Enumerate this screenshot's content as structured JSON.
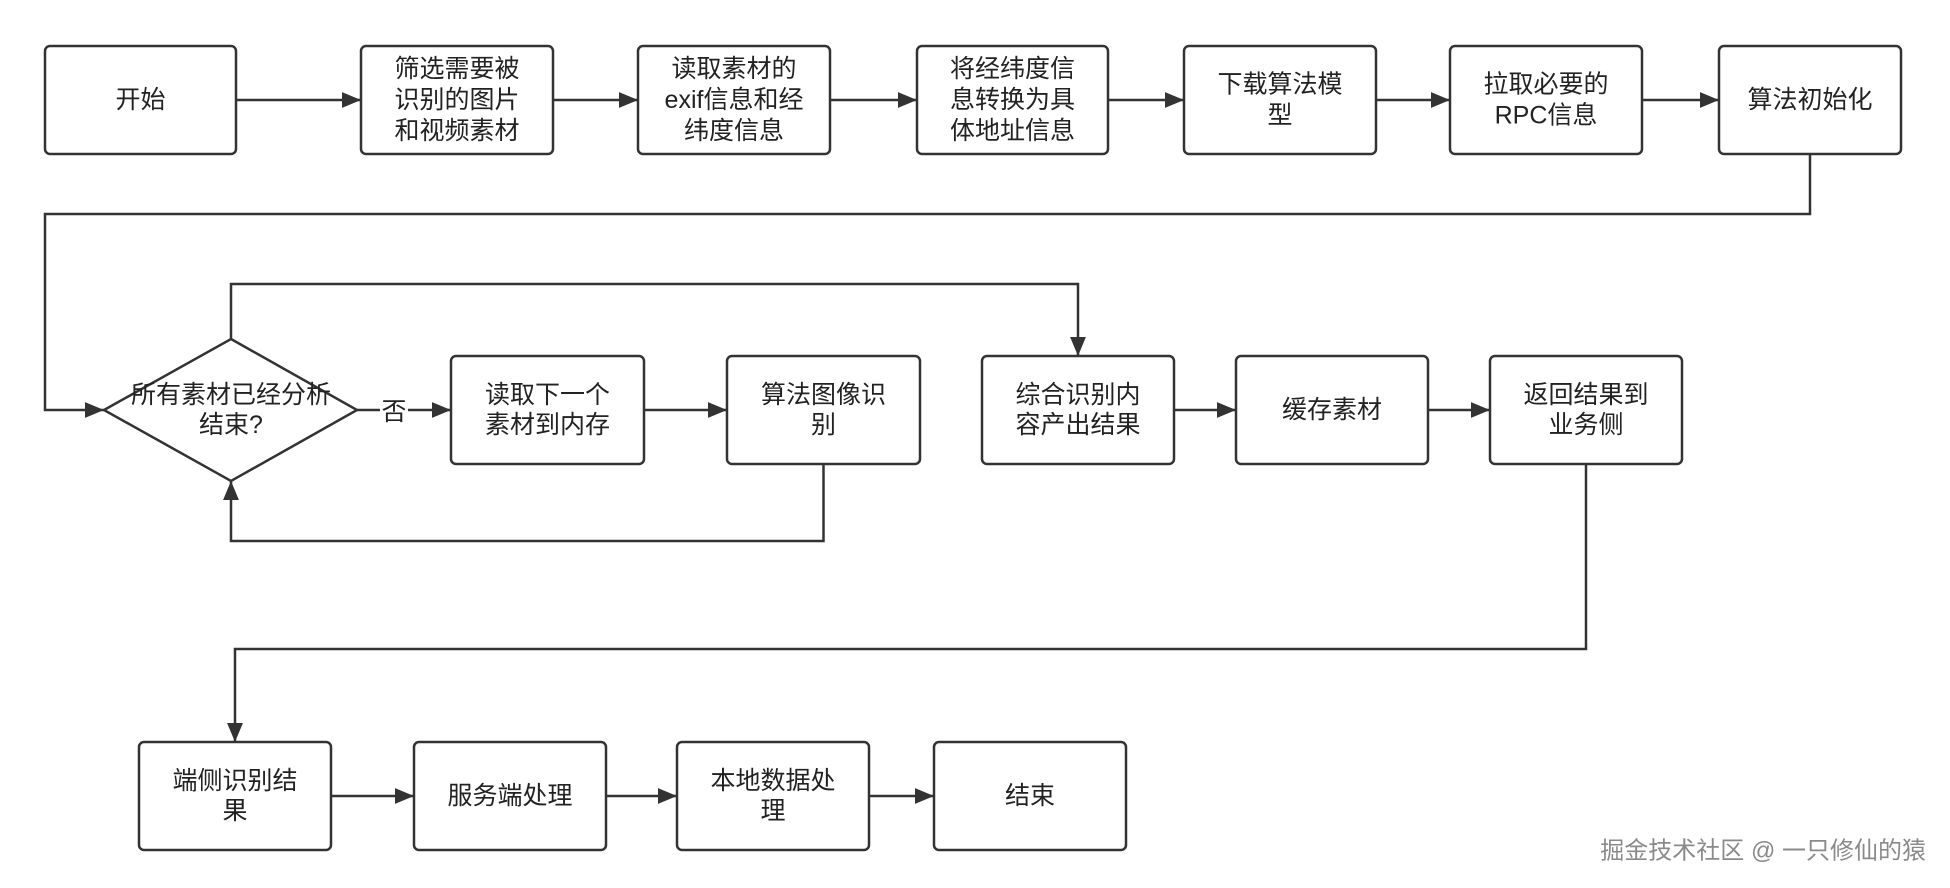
{
  "nodes": {
    "start": [
      "开始"
    ],
    "select_materials": [
      "筛选需要被",
      "识别的图片",
      "和视频素材"
    ],
    "read_exif": [
      "读取素材的",
      "exif信息和经",
      "纬度信息"
    ],
    "geocode": [
      "将经纬度信",
      "息转换为具",
      "体地址信息"
    ],
    "download_model": [
      "下载算法模",
      "型"
    ],
    "fetch_rpc": [
      "拉取必要的",
      "RPC信息"
    ],
    "algo_init": [
      "算法初始化"
    ],
    "all_done_decision": [
      "所有素材已经分析",
      "结束?"
    ],
    "read_next": [
      "读取下一个",
      "素材到内存"
    ],
    "image_recognition": [
      "算法图像识",
      "别"
    ],
    "aggregate_results": [
      "综合识别内",
      "容产出结果"
    ],
    "cache_materials": [
      "缓存素材"
    ],
    "return_results": [
      "返回结果到",
      "业务侧"
    ],
    "device_results": [
      "端侧识别结",
      "果"
    ],
    "server_processing": [
      "服务端处理"
    ],
    "local_processing": [
      "本地数据处",
      "理"
    ],
    "end": [
      "结束"
    ]
  },
  "edge_labels": {
    "decision_no": "否"
  },
  "watermark": "掘金技术社区 @ 一只修仙的猿",
  "colors": {
    "stroke": "#333333",
    "fill": "#ffffff",
    "text": "#222222",
    "watermark": "#8a8a8a"
  }
}
